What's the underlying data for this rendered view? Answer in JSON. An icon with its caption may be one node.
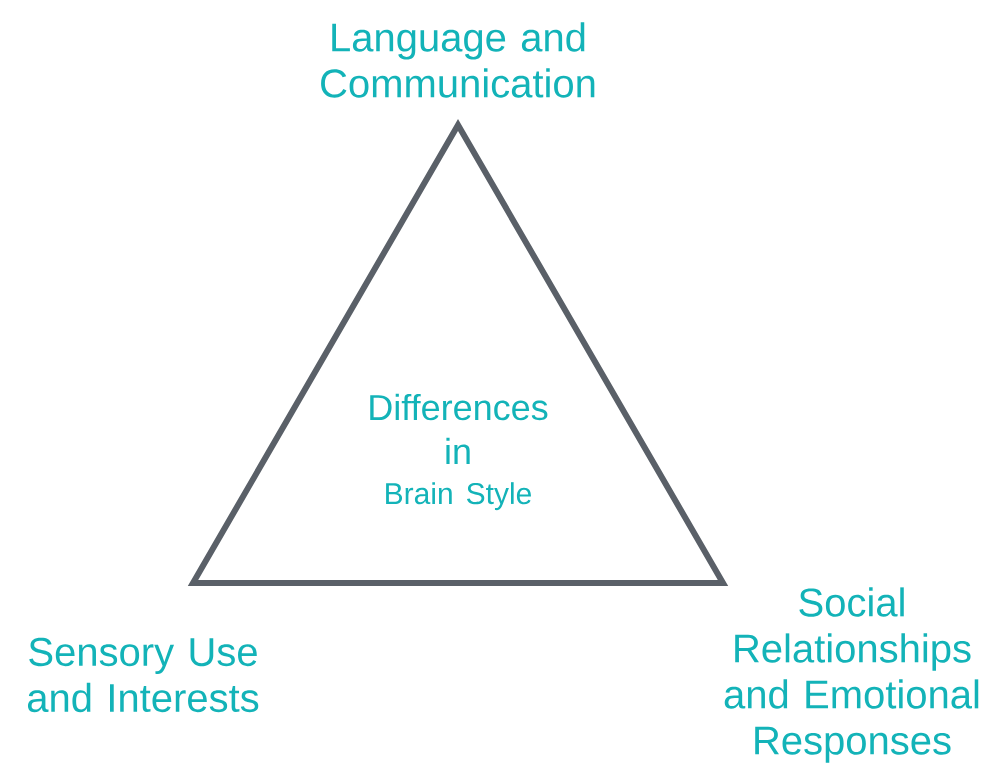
{
  "diagram": {
    "nodes": [
      {
        "text": [
          "Differences in",
          "Brain Style"
        ]
      }
    ],
    "labels": [
      "Language and Communication",
      "Sensory Use and Interests",
      "Social Relationships and Emotional Responses"
    ]
  }
}
